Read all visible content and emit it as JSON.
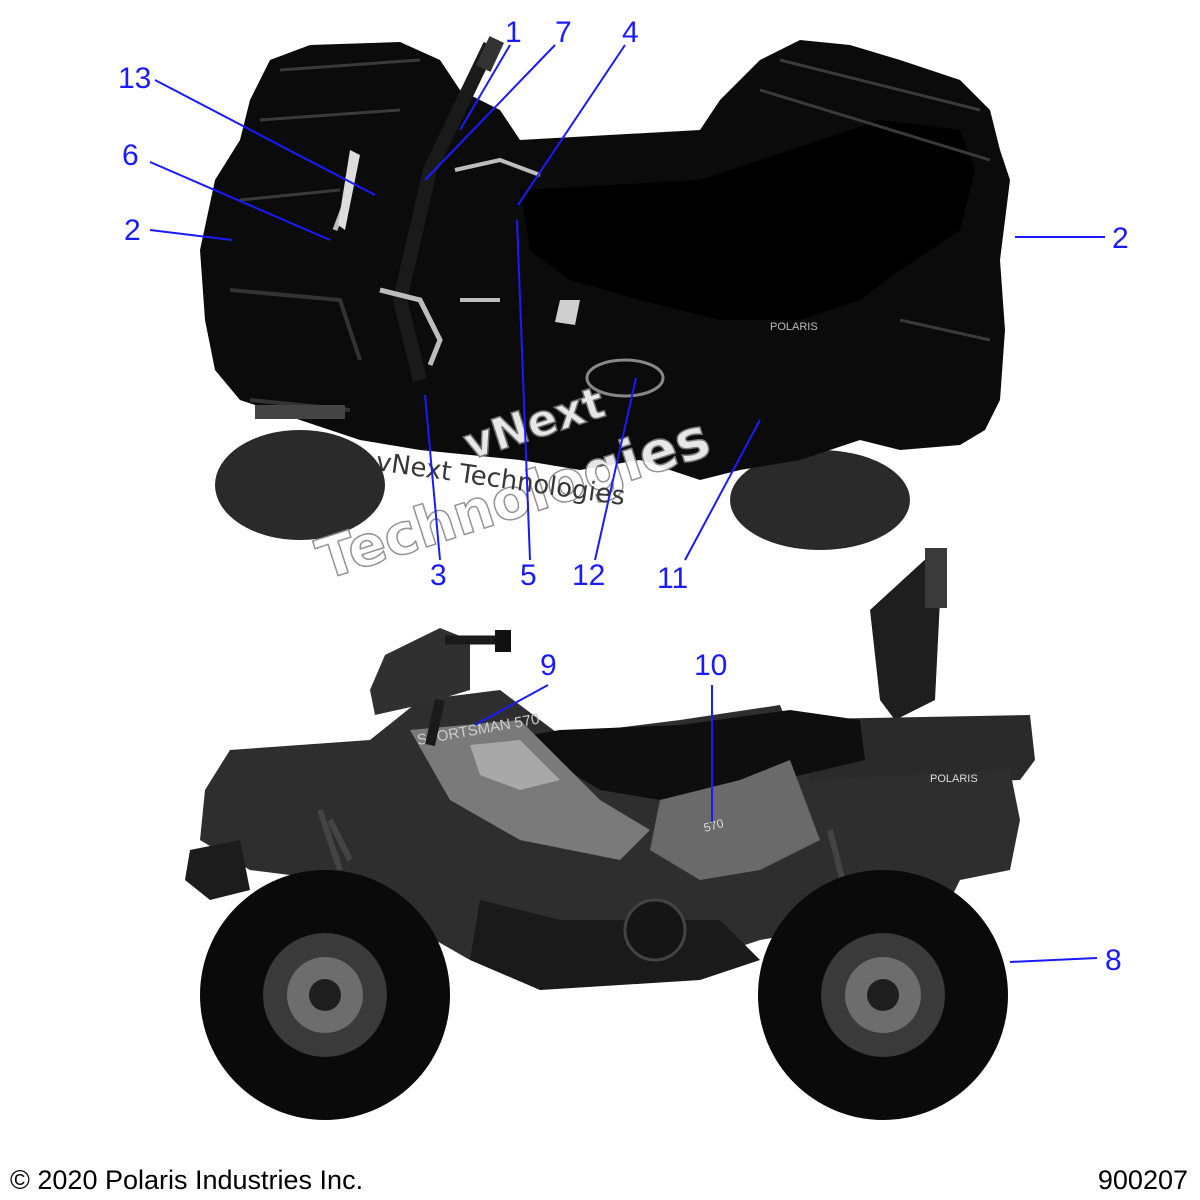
{
  "footer": {
    "copyright": "© 2020 Polaris Industries Inc.",
    "figure_number": "900207"
  },
  "watermark": {
    "line1": "vNext",
    "line2": "Technologies",
    "line3": "vNext Technologies"
  },
  "callouts": {
    "c1": "1",
    "c7": "7",
    "c4": "4",
    "c13": "13",
    "c6": "6",
    "c2_left": "2",
    "c2_right": "2",
    "c3": "3",
    "c5": "5",
    "c12": "12",
    "c11": "11",
    "c9": "9",
    "c10": "10",
    "c8": "8"
  },
  "colors": {
    "callout": "#1a1aff",
    "vehicle_dark": "#0b0b0b",
    "vehicle_mid": "#2e2e2e",
    "vehicle_grey": "#5a5a5a"
  }
}
